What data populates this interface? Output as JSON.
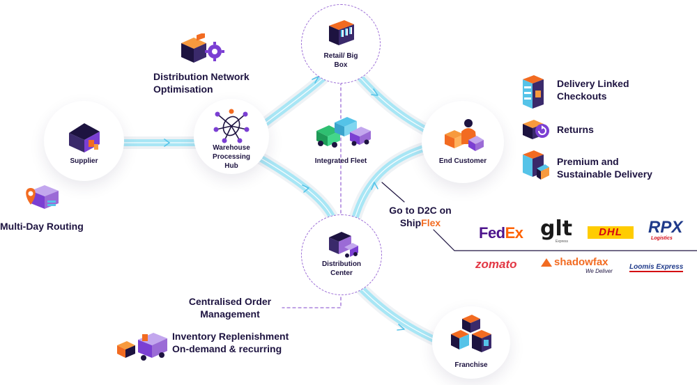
{
  "nodes": {
    "supplier": "Supplier",
    "warehouse": "Warehouse Processing Hub",
    "retail": "Retail/ Big Box",
    "fleet": "Integrated Fleet",
    "end_customer": "End Customer",
    "distribution": "Distribution Center",
    "franchise": "Franchise"
  },
  "features_left": {
    "distribution_network": "Distribution Network Optimisation",
    "multi_day": "Multi-Day Routing",
    "centralised": "Centralised Order Management",
    "inventory": "Inventory Replenishment On-demand & recurring"
  },
  "features_right": {
    "delivery_linked": "Delivery Linked Checkouts",
    "returns": "Returns",
    "premium": "Premium and Sustainable Delivery"
  },
  "d2c": {
    "line1": "Go to D2C on",
    "brand_a": "Ship",
    "brand_b": "Flex"
  },
  "partners": {
    "fedex_a": "Fed",
    "fedex_b": "Ex",
    "glt": "glt",
    "glt_sub": "Express",
    "dhl": "DHL",
    "rpx": "RPX",
    "rpx_sub": "Logistics",
    "zomato": "zomato",
    "shadowfax": "shadowfax",
    "shadowfax_sub": "We Deliver",
    "loomis": "Loomis Express"
  },
  "colors": {
    "flow": "#a8e6f5",
    "arrow": "#55c3e8",
    "purple": "#7b3fd3",
    "orange": "#f26b21",
    "ink": "#1d1340",
    "dashed": "#9b6bd6"
  },
  "icons": {
    "supplier": "warehouse-icon",
    "warehouse": "network-hub-icon",
    "retail": "store-icon",
    "fleet": "trucks-icon",
    "end_customer": "customer-boxes-icon",
    "distribution": "distribution-truck-icon",
    "franchise": "franchise-stores-icon"
  }
}
